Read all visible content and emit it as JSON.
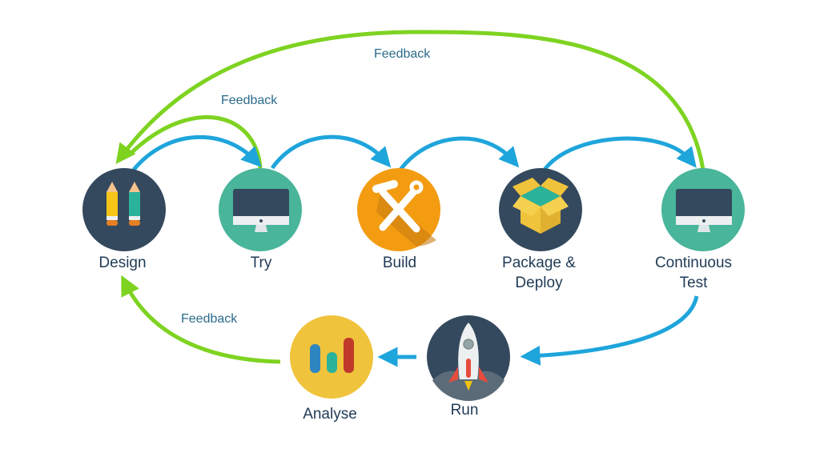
{
  "diagram": {
    "type": "devops-lifecycle",
    "colors": {
      "forward_arrow": "#1ea5db",
      "feedback_arrow": "#7ed321",
      "label_text": "#1f3a55",
      "feedback_text": "#2a6b8a",
      "dark_circle": "#34495e",
      "teal_circle": "#49b59b",
      "orange_circle": "#f39c12",
      "yellow_circle": "#f0c33c"
    },
    "stages": [
      {
        "id": "design",
        "label": "Design",
        "icon": "pencils-icon"
      },
      {
        "id": "try",
        "label": "Try",
        "icon": "monitor-icon"
      },
      {
        "id": "build",
        "label": "Build",
        "icon": "hammer-wrench-icon"
      },
      {
        "id": "package",
        "label": "Package &\nDeploy",
        "icon": "box-icon"
      },
      {
        "id": "test",
        "label": "Continuous\nTest",
        "icon": "monitor-icon"
      },
      {
        "id": "run",
        "label": "Run",
        "icon": "rocket-icon"
      },
      {
        "id": "analyse",
        "label": "Analyse",
        "icon": "bar-chart-icon"
      }
    ],
    "flows": [
      {
        "from": "design",
        "to": "try"
      },
      {
        "from": "try",
        "to": "build"
      },
      {
        "from": "build",
        "to": "package"
      },
      {
        "from": "package",
        "to": "test"
      },
      {
        "from": "test",
        "to": "run"
      },
      {
        "from": "run",
        "to": "analyse"
      }
    ],
    "feedback": [
      {
        "from": "test",
        "to": "design",
        "label": "Feedback"
      },
      {
        "from": "try",
        "to": "design",
        "label": "Feedback"
      },
      {
        "from": "analyse",
        "to": "design",
        "label": "Feedback"
      }
    ]
  }
}
